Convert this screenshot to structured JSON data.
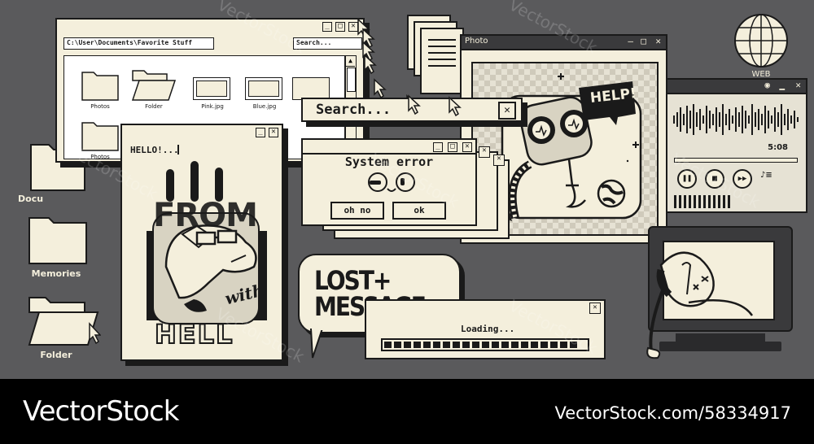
{
  "explorer": {
    "path": "C:\\User\\Documents\\Favorite Stuff",
    "search_placeholder": "Search...",
    "items": [
      {
        "label": "Photos",
        "type": "folder"
      },
      {
        "label": "Folder",
        "type": "folder-open"
      },
      {
        "label": "Pink.jpg",
        "type": "image"
      },
      {
        "label": "Blue.jpg",
        "type": "image"
      },
      {
        "label": "Photos",
        "type": "folder"
      }
    ]
  },
  "desktop": {
    "icons": [
      {
        "label": "Docu",
        "icon": "folder-icon"
      },
      {
        "label": "Memories",
        "icon": "folder-icon"
      },
      {
        "label": "Folder",
        "icon": "folder-open-icon"
      }
    ],
    "web_label": "WEB"
  },
  "hello_window": {
    "text": "HELLO!...",
    "poster_top": "FROM",
    "poster_script": "with",
    "poster_bottom": "HELL"
  },
  "search_bar": {
    "text": "Search..."
  },
  "error_dialog": {
    "title": "System error",
    "btn_no": "oh no",
    "btn_ok": "ok"
  },
  "photo_window": {
    "title": "Photo",
    "speech": "HELP!"
  },
  "player": {
    "time": "5:08"
  },
  "message_bubble": {
    "line1": "LOST+",
    "line2": "MESSAGE"
  },
  "loading": {
    "text": "Loading...",
    "progress": 0.96
  },
  "footer": {
    "brand": "VectorStock",
    "id": "VectorStock.com/58334917"
  },
  "colors": {
    "bg": "#5a5a5c",
    "cream": "#f4efdc",
    "ink": "#1a1a1a"
  }
}
